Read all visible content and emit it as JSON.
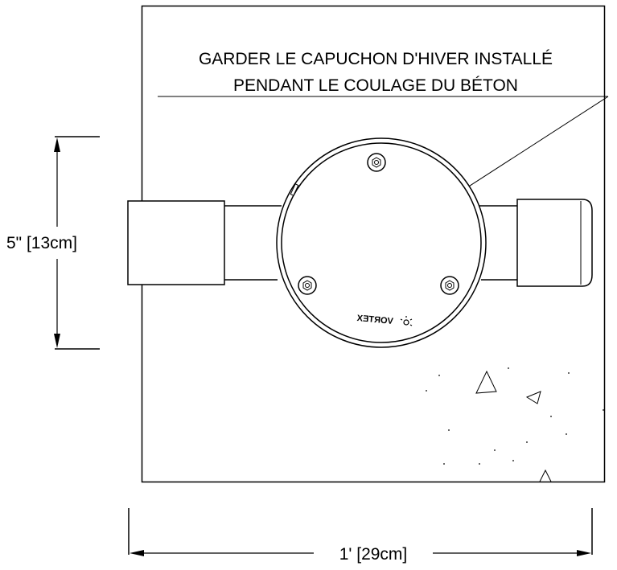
{
  "note": {
    "line1": "GARDER LE CAPUCHON D'HIVER INSTALLÉ",
    "line2": "PENDANT LE COULAGE DU BÉTON"
  },
  "dimensions": {
    "height": "5\" [13cm]",
    "width": "1' [29cm]"
  },
  "logo": {
    "text": "VORTEX"
  },
  "colors": {
    "line": "#000000",
    "background": "#ffffff"
  }
}
